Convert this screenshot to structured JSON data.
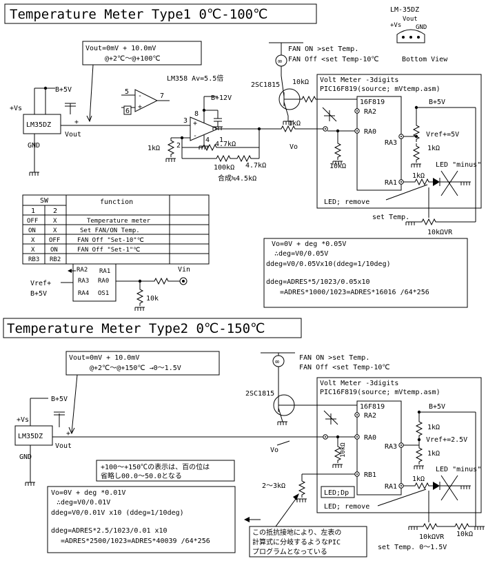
{
  "section1": {
    "title": "Temperature Meter  Type1  0℃-100℃",
    "lm35_top": "LM-35DZ",
    "lm35_pins": [
      "+Vs",
      "Vout",
      "GND"
    ],
    "bottom_view": "Bottom View",
    "vout_note": [
      "Vout=0mV + 10.0mV",
      "@+2℃〜@+100℃"
    ],
    "opamp_label": "LM358  Av=5.5倍",
    "fan_on": "FAN ON >set Temp.",
    "fan_off": "FAN Off <set Temp-10℃",
    "transistor": "2SC1815",
    "b5v": "B+5V",
    "b12v": "B+12V",
    "vs": "+Vs",
    "lm35dz": "LM35DZ",
    "gnd": "GND",
    "vout": "Vout",
    "plus": "+",
    "vo": "Vo",
    "res": [
      "10kΩ",
      "1kΩ",
      "1kΩ",
      "4.7kΩ",
      "4.7kΩ",
      "100kΩ",
      "10kΩ",
      "1kΩ",
      "1kΩ"
    ],
    "combined": "合成≒4.5kΩ",
    "pins": [
      "2",
      "3",
      "4",
      "8",
      "1",
      "5",
      "6",
      "7"
    ],
    "voltmeter": [
      "Volt Meter -3digits",
      "PIC16F819(source; mVtemp.asm)"
    ],
    "pic": "16F819",
    "pic_pins": [
      "RA2",
      "RA0",
      "RA3",
      "RA1"
    ],
    "vref": "Vref+=5V",
    "led": "LED \"minus\"",
    "led_remove": "LED; remove",
    "set_temp": "set Temp.",
    "vr": "10kΩVR",
    "sw_table": {
      "header": [
        "SW",
        "function"
      ],
      "subheader": [
        "1",
        "2"
      ],
      "rows": [
        [
          "OFF",
          "X",
          "Temperature meter"
        ],
        [
          "ON",
          "X",
          "Set  FAN/ON Temp."
        ],
        [
          "X",
          "OFF",
          "FAN Off \"Set-10\"℃"
        ],
        [
          "X",
          "ON",
          "FAN Off \"Set-1\"℃"
        ],
        [
          "RB3",
          "RB2",
          ""
        ]
      ]
    },
    "sw_circuit": {
      "labels": [
        "RA2",
        "RA1",
        "Vref+",
        "RA3",
        "RA0",
        "B+5V",
        "RA4",
        "OS1",
        "Vin",
        "10k"
      ]
    },
    "formula": [
      "Vo=0V + deg *0.05V",
      "∴deg=V0/0.05V",
      "ddeg=V0/0.05Vx10(ddeg=1/10deg)",
      "ddeg=ADRES*5/1023/0.05x10",
      "=ADRES*1000/1023=ADRES*16016 /64*256"
    ]
  },
  "section2": {
    "title": "Temperature Meter Type2  0℃-150℃",
    "vout_note": [
      "Vout=0mV + 10.0mV",
      "@+2℃〜@+150℃  →0〜1.5V"
    ],
    "fan_on": "FAN ON >set Temp.",
    "fan_off": "FAN Off <set Temp-10℃",
    "transistor": "2SC1815",
    "b5v": "B+5V",
    "vs": "+Vs",
    "lm35dz": "LM35DZ",
    "gnd": "GND",
    "vout": "Vout",
    "plus": "+",
    "vo": "Vo",
    "voltmeter": [
      "Volt Meter -3digits",
      "PIC16F819(source; mVtemp.asm)"
    ],
    "pic": "16F819",
    "pic_pins": [
      "RA2",
      "RA0",
      "RA3",
      "RB1",
      "RA1"
    ],
    "res": [
      "1kΩ",
      "1kΩ",
      "10kΩ",
      "1kΩ",
      "2〜3kΩ",
      "10kΩ"
    ],
    "vref": "Vref+=2.5V",
    "led": "LED \"minus\"",
    "led_dp": "LED;Dp",
    "led_remove": "LED; remove",
    "vr": "10kΩVR",
    "set_temp": "set Temp.  0〜1.5V",
    "jp_note1": [
      "+100〜+150℃の表示は、百の位は",
      "省略し00.0〜50.0となる"
    ],
    "formula": [
      "Vo=0V + deg *0.01V",
      "∴deg=V0/0.01V",
      "ddeg=V0/0.01V x10 (ddeg=1/10deg)",
      "ddeg=ADRES*2.5/1023/0.01 x10",
      "=ADRES*2500/1023=ADRES*40039 /64*256"
    ],
    "jp_note2": [
      "この抵抗接地により、左表の",
      "計算式に分岐するようなPIC",
      "プログラムとなっている"
    ]
  }
}
